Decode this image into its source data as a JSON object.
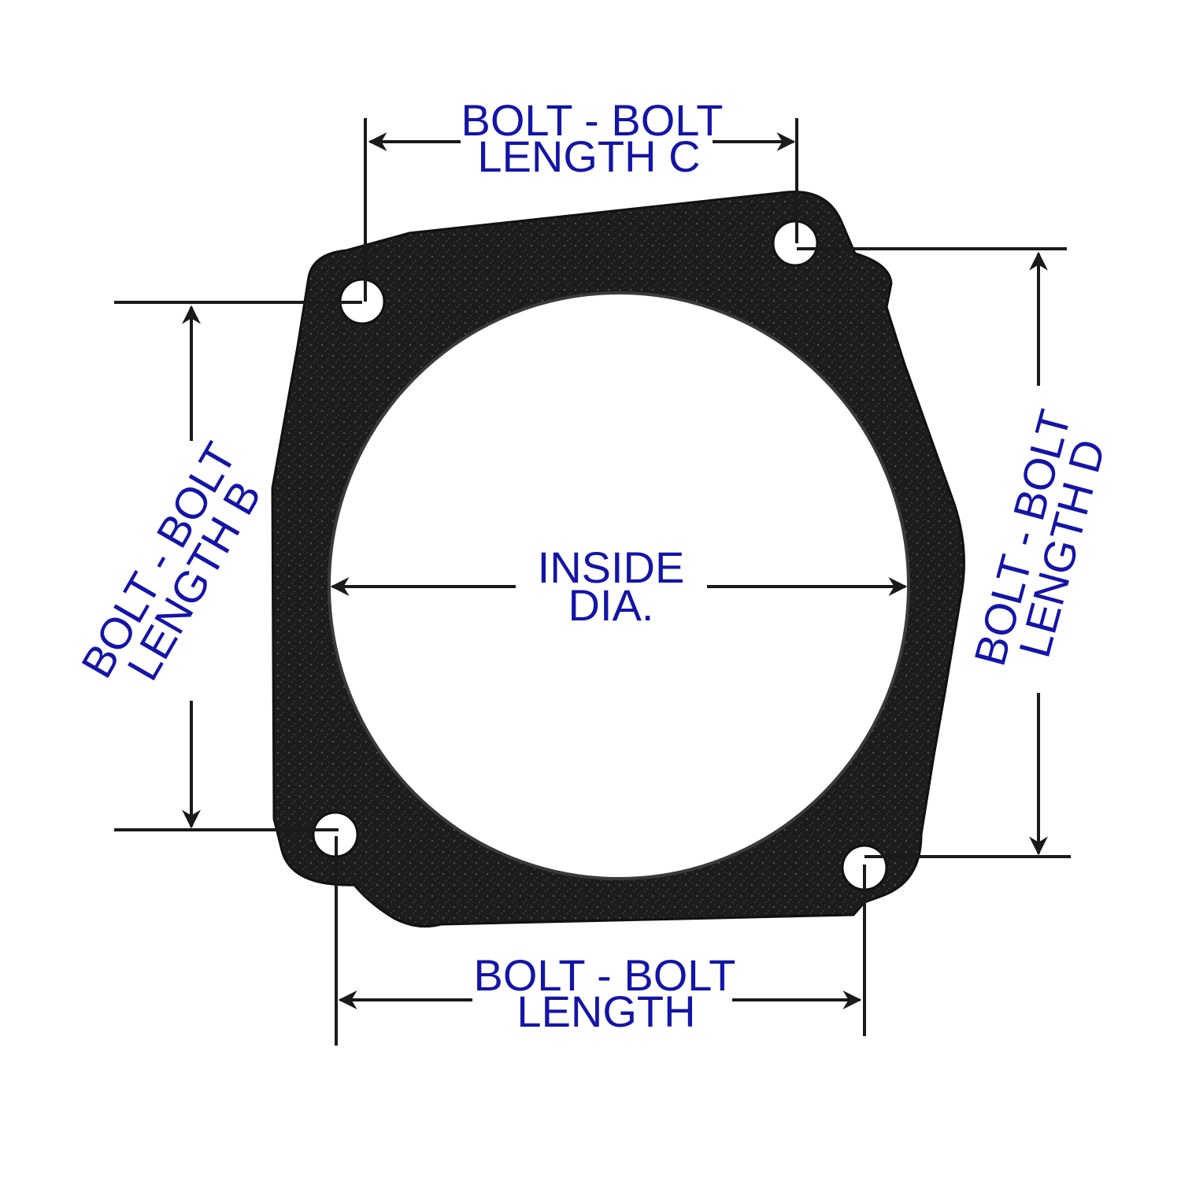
{
  "labels": {
    "top": {
      "line1": "BOLT - BOLT",
      "line2": "LENGTH C"
    },
    "left": {
      "line1": "BOLT - BOLT",
      "line2": "LENGTH B"
    },
    "right": {
      "line1": "BOLT - BOLT",
      "line2": "LENGTH D"
    },
    "bottom": {
      "line1": "BOLT - BOLT",
      "line2": "LENGTH"
    },
    "center": {
      "line1": "INSIDE",
      "line2": "DIA."
    }
  },
  "colors": {
    "label": "#1414a8",
    "gasket": "#1c1c1c",
    "dimension_line": "#1a1a1a",
    "background": "#ffffff"
  }
}
